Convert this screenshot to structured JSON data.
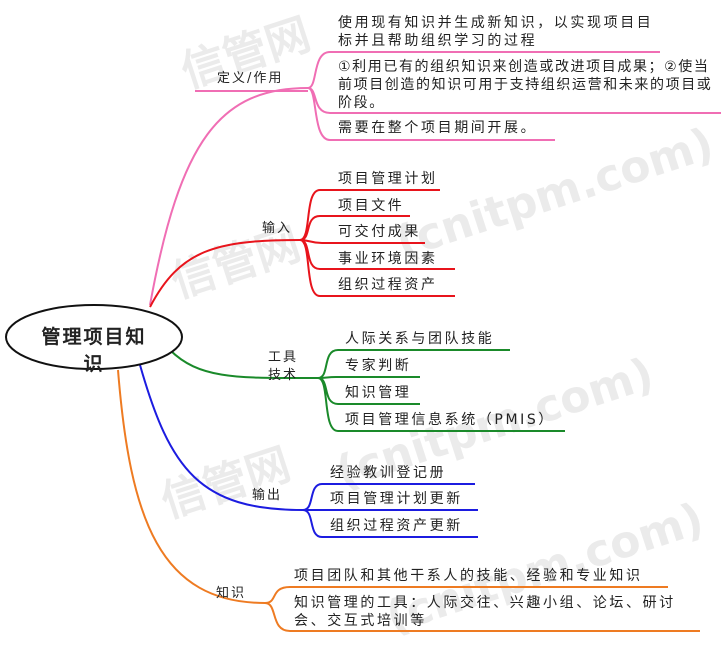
{
  "root": "管理项目知识",
  "watermark": "信管网 (cnitpm.com)",
  "branches": {
    "definition": {
      "label": "定义/作用",
      "color": "#f06eb4",
      "items": [
        "使用现有知识并生成新知识，以实现项目目标并且帮助组织学习的过程",
        "①利用已有的组织知识来创造或改进项目成果；②使当前项目创造的知识可用于支持组织运营和未来的项目或阶段。",
        "需要在整个项目期间开展。"
      ]
    },
    "inputs": {
      "label": "输入",
      "color": "#e8141c",
      "items": [
        "项目管理计划",
        "项目文件",
        "可交付成果",
        "事业环境因素",
        "组织过程资产"
      ]
    },
    "tools": {
      "label": "工具技术",
      "color": "#1a8a2a",
      "items": [
        "人际关系与团队技能",
        "专家判断",
        "知识管理",
        "项目管理信息系统（PMIS）"
      ]
    },
    "outputs": {
      "label": "输出",
      "color": "#1c1ce0",
      "items": [
        "经验教训登记册",
        "项目管理计划更新",
        "组织过程资产更新"
      ]
    },
    "knowledge": {
      "label": "知识",
      "color": "#ee7b22",
      "items": [
        "项目团队和其他干系人的技能、经验和专业知识",
        "知识管理的工具：人际交往、兴趣小组、论坛、研讨会、交互式培训等"
      ]
    }
  }
}
